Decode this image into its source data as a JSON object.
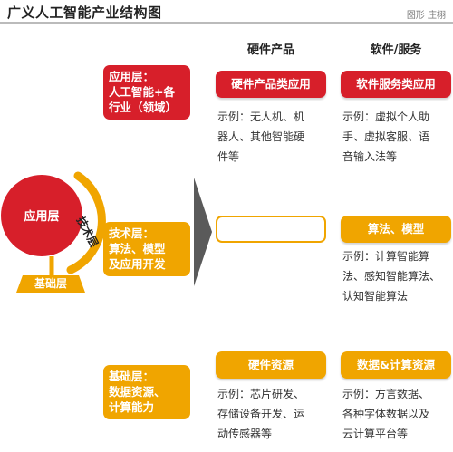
{
  "title": "广义人工智能产业结构图",
  "credit": "图形 庄栩",
  "colors": {
    "red": "#d71f2a",
    "orange": "#f0a500"
  },
  "columns": {
    "hardware": "硬件产品",
    "software": "软件/服务"
  },
  "globe": {
    "app": "应用层",
    "tech": "技术层",
    "base": "基础层"
  },
  "layers": {
    "app": {
      "label_lines": [
        "应用层：",
        "人工智能+各",
        "行业（领域）"
      ],
      "hardware": {
        "title": "硬件产品类应用",
        "example": "示例：无人机、机\n器人、其他智能硬\n件等"
      },
      "software": {
        "title": "软件服务类应用",
        "example": "示例：虚拟个人助\n手、虚拟客服、语\n音输入法等"
      }
    },
    "tech": {
      "label_lines": [
        "技术层：",
        "算法、模型",
        "及应用开发"
      ],
      "software": {
        "title": "算法、模型",
        "example": "示例：计算智能算\n法、感知智能算法、\n认知智能算法"
      }
    },
    "base": {
      "label_lines": [
        "基础层：",
        "数据资源、",
        "计算能力"
      ],
      "hardware": {
        "title": "硬件资源",
        "example": "示例：芯片研发、\n存储设备开发、运\n动传感器等"
      },
      "software": {
        "title": "数据&计算资源",
        "example": "示例：方言数据、\n各种字体数据以及\n云计算平台等"
      }
    }
  }
}
